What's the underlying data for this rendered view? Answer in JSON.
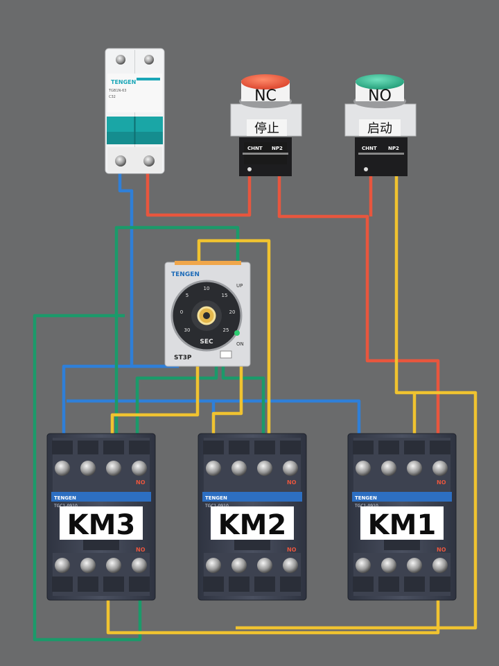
{
  "breaker": {
    "brand": "TENGEN",
    "model": "TGB1N-63",
    "rating": "C32"
  },
  "buttons": [
    {
      "label": "NC",
      "caption": "停止",
      "brand": "CHNT",
      "model": "NP2",
      "color": "#e8583c"
    },
    {
      "label": "NO",
      "caption": "启动",
      "brand": "CHNT",
      "model": "NP2",
      "color": "#2fae8a"
    }
  ],
  "timer": {
    "brand": "TENGEN",
    "model": "ST3P",
    "up_label": "UP",
    "on_label": "ON"
  },
  "contactors": [
    {
      "label": "KM3",
      "brand": "TENGEN",
      "model": "TGC1-0910",
      "no_mark": "NO"
    },
    {
      "label": "KM2",
      "brand": "TENGEN",
      "model": "TGC1-0910",
      "no_mark": "NO"
    },
    {
      "label": "KM1",
      "brand": "TENGEN",
      "model": "TGC1-0910",
      "no_mark": "NO"
    }
  ],
  "wire_colors": {
    "red": "#e8563e",
    "blue": "#2f7fd8",
    "green": "#1b9a6a",
    "yellow": "#f0c330"
  }
}
